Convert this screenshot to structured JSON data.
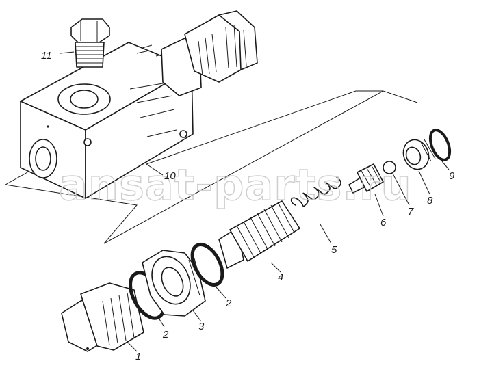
{
  "watermark": "ansat-parts.ru",
  "parts": [
    {
      "id": "part-1",
      "number": "1"
    },
    {
      "id": "part-2a",
      "number": "2"
    },
    {
      "id": "part-2b",
      "number": "2"
    },
    {
      "id": "part-3",
      "number": "3"
    },
    {
      "id": "part-4",
      "number": "4"
    },
    {
      "id": "part-5",
      "number": "5"
    },
    {
      "id": "part-6",
      "number": "6"
    },
    {
      "id": "part-7",
      "number": "7"
    },
    {
      "id": "part-8",
      "number": "8"
    },
    {
      "id": "part-9",
      "number": "9"
    },
    {
      "id": "part-10",
      "number": "10"
    },
    {
      "id": "part-11",
      "number": "11"
    }
  ],
  "colors": {
    "ink": "#1a1a1a",
    "paper": "#ffffff",
    "watermark": "#cfcfcf"
  }
}
